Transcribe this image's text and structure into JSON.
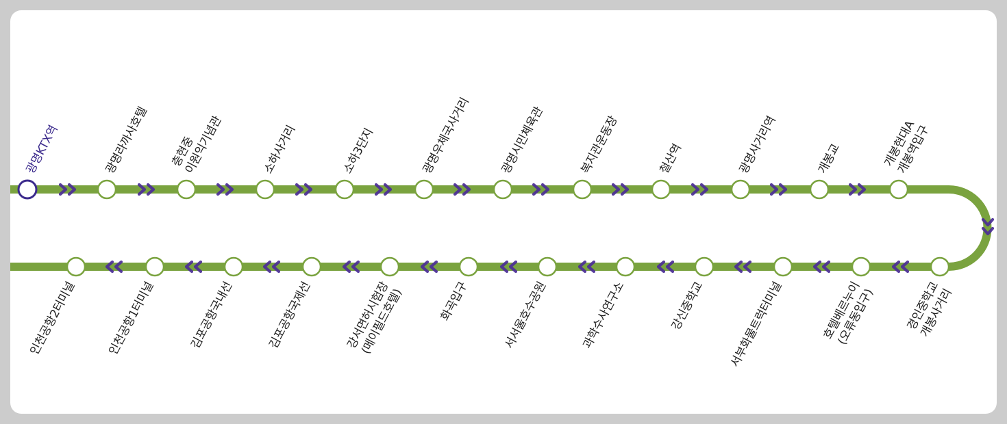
{
  "colors": {
    "route_line": "#7aa33f",
    "stop_fill": "#ffffff",
    "current_stop_stroke": "#3b2a8c",
    "current_stop_label": "#3b2a8c",
    "arrow": "#4b2e96",
    "label": "#222222",
    "background": "#cccccc",
    "card": "#ffffff"
  },
  "icons": {
    "direction_arrow": "double-chevron-arrow-icon"
  },
  "route": {
    "current_stop": "광명KTX역",
    "outbound_stops": [
      {
        "lines": [
          "광명KTX역"
        ]
      },
      {
        "lines": [
          "광명라까사호텔"
        ]
      },
      {
        "lines": [
          "충현중",
          "이원익기념관"
        ]
      },
      {
        "lines": [
          "소하사거리"
        ]
      },
      {
        "lines": [
          "소하3단지"
        ]
      },
      {
        "lines": [
          "광명우체국사거리"
        ]
      },
      {
        "lines": [
          "광명시민체육관"
        ]
      },
      {
        "lines": [
          "복지관운동장"
        ]
      },
      {
        "lines": [
          "철산역"
        ]
      },
      {
        "lines": [
          "광명사거리역"
        ]
      },
      {
        "lines": [
          "개봉교"
        ]
      },
      {
        "lines": [
          "개봉현대A",
          "개봉역입구"
        ]
      }
    ],
    "return_stops": [
      {
        "lines": [
          "인천공항2터미널"
        ]
      },
      {
        "lines": [
          "인천공항1터미널"
        ]
      },
      {
        "lines": [
          "김포공항국내선"
        ]
      },
      {
        "lines": [
          "김포공항국제선"
        ]
      },
      {
        "lines": [
          "강서면허시험장",
          "(메이필드호텔)"
        ]
      },
      {
        "lines": [
          "화곡입구"
        ]
      },
      {
        "lines": [
          "서서울호수공원"
        ]
      },
      {
        "lines": [
          "과학수사연구소"
        ]
      },
      {
        "lines": [
          "강신중학교"
        ]
      },
      {
        "lines": [
          "서부화물트럭터미널"
        ]
      },
      {
        "lines": [
          "호텔베르누이",
          "(오류동입구)"
        ]
      },
      {
        "lines": [
          "경인중학교",
          "개봉사거리"
        ]
      }
    ]
  }
}
